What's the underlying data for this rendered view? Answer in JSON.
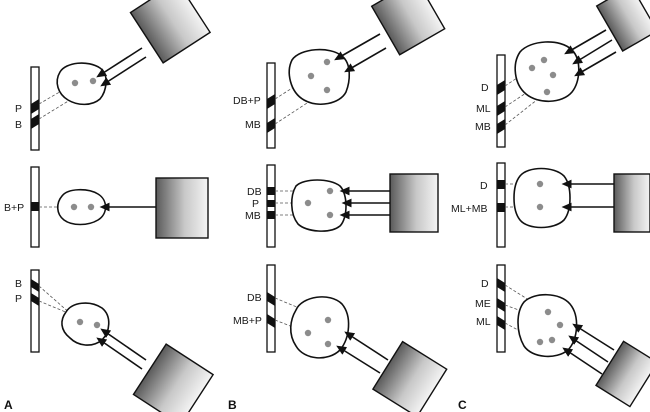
{
  "column_labels": [
    "A",
    "B",
    "C"
  ],
  "panels": {
    "A": {
      "top": [
        "P",
        "B"
      ],
      "middle": [
        "B+P"
      ],
      "bottom": [
        "B",
        "P"
      ]
    },
    "B": {
      "top": [
        "DB+P",
        "MB"
      ],
      "middle": [
        "DB",
        "P",
        "MB"
      ],
      "bottom": [
        "DB",
        "MB+P"
      ]
    },
    "C": {
      "top": [
        "D",
        "ML",
        "MB"
      ],
      "middle": [
        "D",
        "ML+MB"
      ],
      "bottom": [
        "D",
        "ME",
        "ML"
      ]
    }
  },
  "colors": {
    "stroke": "#111111",
    "root_dot": "#8c8c8c",
    "tube_dark": "#5a5a5a",
    "tube_light": "#f4f4f4"
  },
  "icons": [
    "x-ray-tube-icon",
    "tooth-cross-section-icon",
    "film-strip-icon",
    "arrowhead-icon"
  ]
}
